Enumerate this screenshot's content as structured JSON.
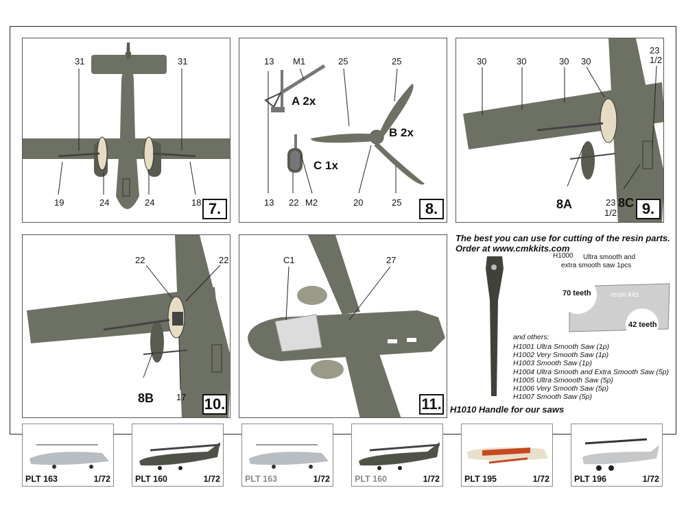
{
  "colors": {
    "olive": "#6c7163",
    "olive_dark": "#575c4f",
    "cream": "#e6dcc3"
  },
  "panel7": {
    "step": "7.",
    "labels": [
      "31",
      "31",
      "19",
      "24",
      "24",
      "18"
    ]
  },
  "panel8": {
    "step": "8.",
    "labels": [
      "13",
      "M1",
      "25",
      "25",
      "13",
      "22",
      "M2",
      "20",
      "25"
    ],
    "callouts": {
      "a": "A 2x",
      "b": "B 2x",
      "c": "C 1x"
    }
  },
  "panel9": {
    "step": "9.",
    "labels": [
      "30",
      "30",
      "30",
      "30",
      "23",
      "1/2",
      "23",
      "1/2"
    ],
    "callouts": {
      "a": "8A",
      "c": "8C"
    }
  },
  "panel10": {
    "step": "10.",
    "labels": [
      "22",
      "22",
      "17"
    ],
    "callout": "8B"
  },
  "panel11": {
    "step": "11.",
    "labels": [
      "C1",
      "27"
    ]
  },
  "ad": {
    "line1": "The best you can use for cutting of the resin parts.",
    "line2": "Order at www.cmkkits.com",
    "code": "H1000",
    "desc1": "Ultra smooth and",
    "desc2": "extra smooth saw 1pcs",
    "teeth1": "70  teeth",
    "teeth2": "42  teeth",
    "saw_text": "resin kits",
    "others_label": "and others:",
    "others": [
      "H1001 Ultra Smooth Saw (1p)",
      "H1002 Very  Smooth Saw (1p)",
      "H1003 Smooth Saw (1p)",
      "H1004 Ultra Smooth and Extra Smooth Saw (5p)",
      "H1005 Ultra Smoooth Saw (5p)",
      "H1006 Very  Smooth Saw (5p)",
      "H1007 Smooth Saw (5p)"
    ],
    "handle": "H1010 Handle for our saws"
  },
  "thumbs": [
    {
      "code": "PLT 163",
      "scale": "1/72"
    },
    {
      "code": "PLT 160",
      "scale": "1/72"
    },
    {
      "code": "PLT 163",
      "scale": "1/72"
    },
    {
      "code": "PLT 160",
      "scale": "1/72"
    },
    {
      "code": "PLT 195",
      "scale": "1/72"
    },
    {
      "code": "PLT 196",
      "scale": "1/72"
    }
  ]
}
